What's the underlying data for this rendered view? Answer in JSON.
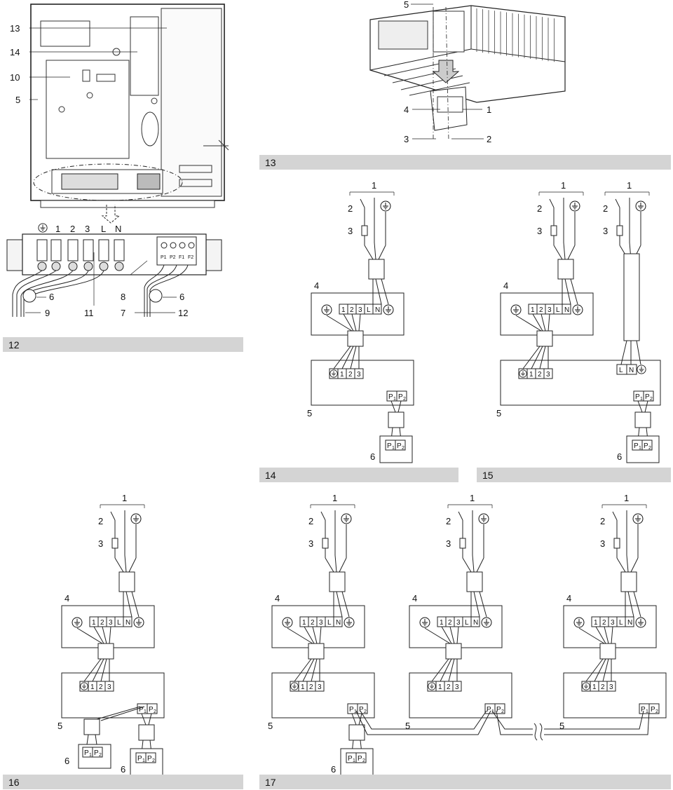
{
  "figure_numbers": {
    "fig12": "12",
    "fig13": "13",
    "fig14": "14",
    "fig15": "15",
    "fig16": "16",
    "fig17": "17"
  },
  "fig12": {
    "callouts": {
      "c13": "13",
      "c14": "14",
      "c10": "10",
      "c5": "5",
      "c6a": "6",
      "c6b": "6",
      "c9": "9",
      "c11": "11",
      "c8": "8",
      "c7": "7",
      "c12": "12"
    },
    "terminal_labels": [
      "1",
      "2",
      "3",
      "L",
      "N"
    ],
    "bus_labels": [
      "P1",
      "P2",
      "F1",
      "F2"
    ]
  },
  "fig13": {
    "callouts": {
      "c5": "5",
      "c4": "4",
      "c1": "1",
      "c3": "3",
      "c2": "2"
    }
  },
  "wiring": {
    "supply": "1",
    "switch": "2",
    "fuse": "3",
    "indoor": "4",
    "outdoor": "5",
    "remote": "6",
    "term_123": [
      "1",
      "2",
      "3"
    ],
    "term_LN": [
      "L",
      "N"
    ],
    "term_P": [
      "P",
      "P"
    ],
    "sub_P": [
      "1",
      "2"
    ]
  }
}
